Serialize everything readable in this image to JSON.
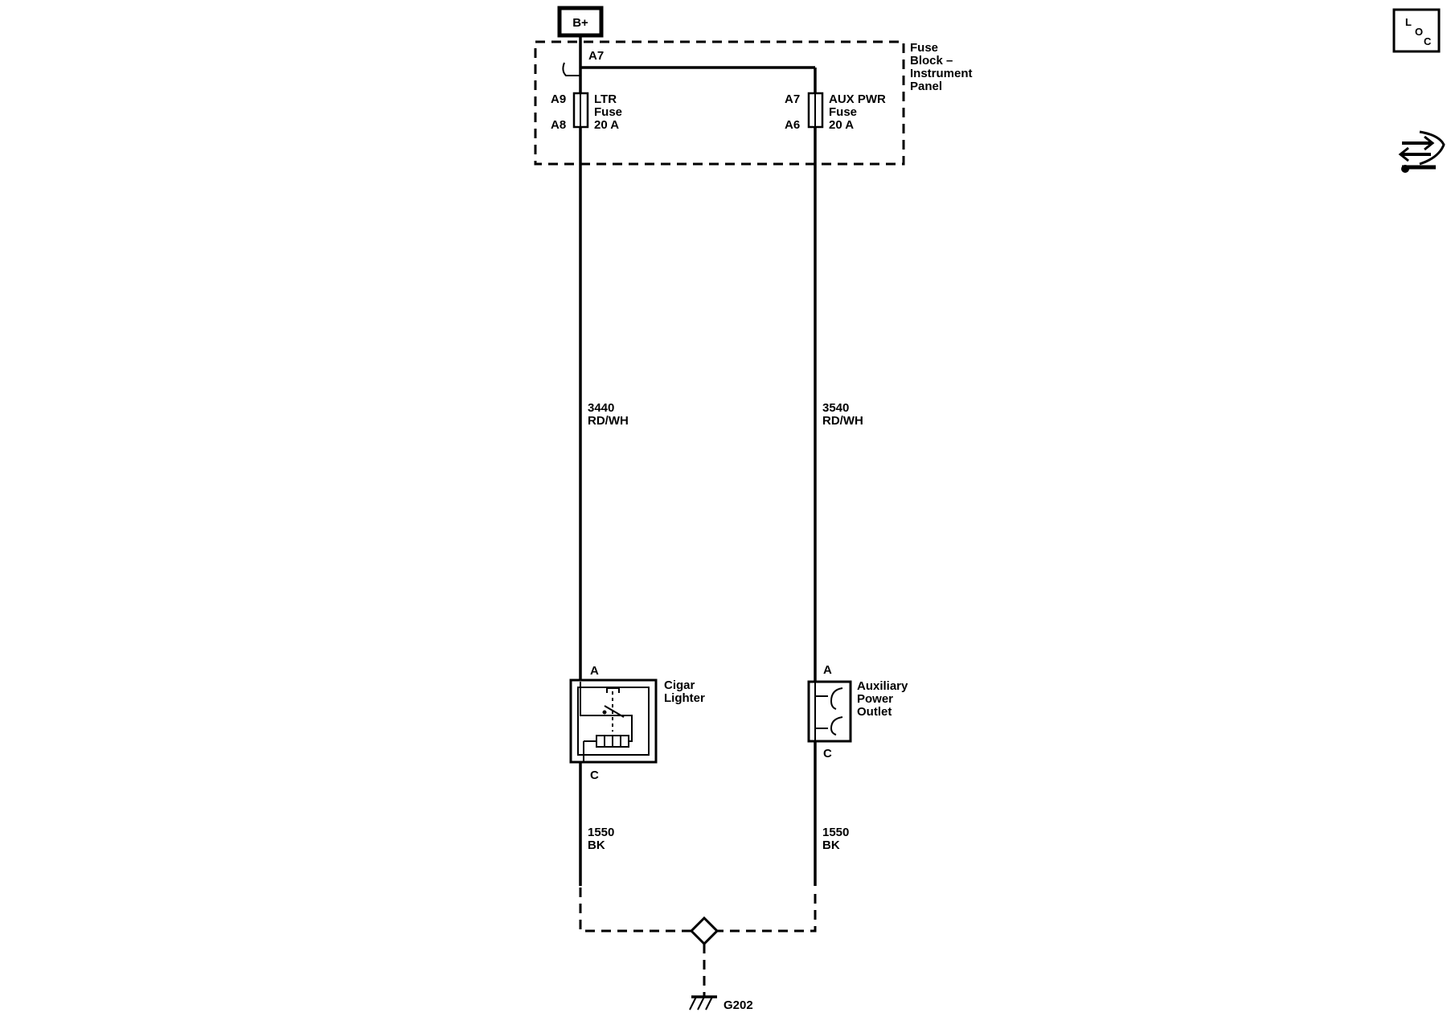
{
  "power": {
    "label": "B+"
  },
  "fuse_block": {
    "label_lines": [
      "Fuse",
      "Block –",
      "Instrument",
      "Panel"
    ],
    "input_pin": "A7",
    "fuses": [
      {
        "name_lines": [
          "LTR",
          "Fuse",
          "20 A"
        ],
        "pin_in": "A9",
        "pin_out": "A8"
      },
      {
        "name_lines": [
          "AUX PWR",
          "Fuse",
          "20 A"
        ],
        "pin_in": "A7",
        "pin_out": "A6"
      }
    ]
  },
  "circuits": [
    {
      "circuit": "3440",
      "color": "RD/WH"
    },
    {
      "circuit": "3540",
      "color": "RD/WH"
    }
  ],
  "components": [
    {
      "name_lines": [
        "Cigar",
        "Lighter"
      ],
      "pin_top": "A",
      "pin_bottom": "C"
    },
    {
      "name_lines": [
        "Auxiliary",
        "Power",
        "Outlet"
      ],
      "pin_top": "A",
      "pin_bottom": "C"
    }
  ],
  "ground_circuits": [
    {
      "circuit": "1550",
      "color": "BK"
    },
    {
      "circuit": "1550",
      "color": "BK"
    }
  ],
  "ground": {
    "label": "G202"
  },
  "icons": {
    "top_right": "component-locator-icon",
    "locator_letters": [
      "L",
      "O",
      "C"
    ],
    "second": "connector-end-view-icon"
  }
}
